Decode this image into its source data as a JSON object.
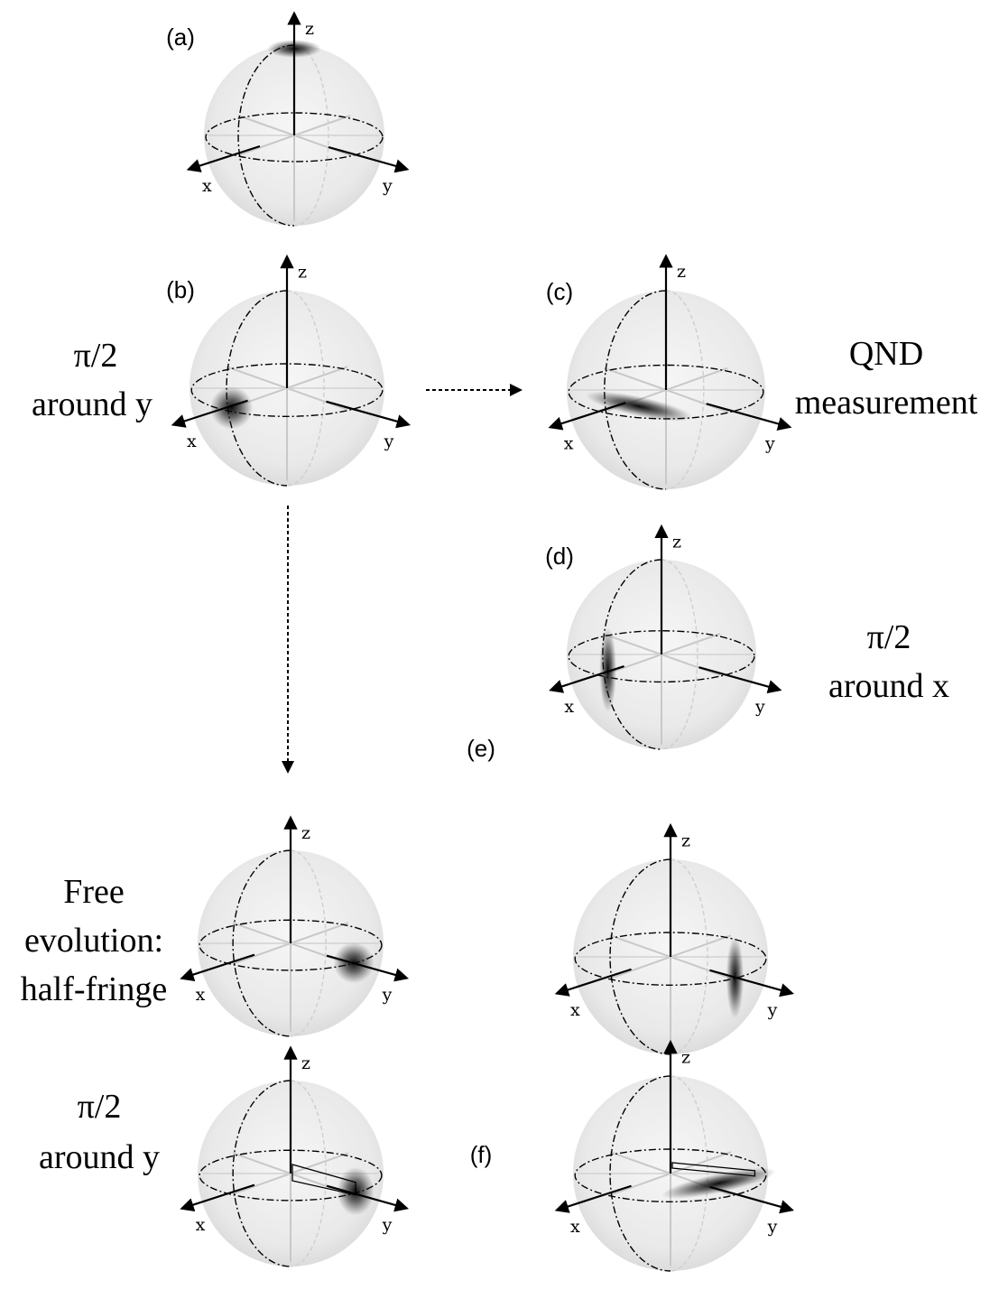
{
  "panels": [
    {
      "id": "a",
      "label": "(a)",
      "axes": {
        "x": "x",
        "y": "y",
        "z": "z"
      },
      "blob": "north-pole"
    },
    {
      "id": "b",
      "label": "(b)",
      "axes": {
        "x": "x",
        "y": "y",
        "z": "z"
      },
      "blob": "x-axis"
    },
    {
      "id": "c",
      "label": "(c)",
      "axes": {
        "x": "x",
        "y": "y",
        "z": "z"
      },
      "blob": "x-axis-stretched-along-equator"
    },
    {
      "id": "d",
      "label": "(d)",
      "axes": {
        "x": "x",
        "y": "y",
        "z": "z"
      },
      "blob": "x-axis-stretched-vertical"
    },
    {
      "id": "b2",
      "label": "",
      "axes": {
        "x": "x",
        "y": "y",
        "z": "z"
      },
      "blob": "y-axis"
    },
    {
      "id": "e",
      "label": "(e)",
      "axes": {
        "x": "x",
        "y": "y",
        "z": "z"
      },
      "blob": "y-axis-stretched-vertical"
    },
    {
      "id": "b3",
      "label": "",
      "axes": {
        "x": "x",
        "y": "y",
        "z": "z"
      },
      "blob": "y-axis-with-bar"
    },
    {
      "id": "f",
      "label": "(f)",
      "axes": {
        "x": "x",
        "y": "y",
        "z": "z"
      },
      "blob": "y-axis-stretched-equator-with-bar"
    }
  ],
  "captions": {
    "pi2_around_y_top": [
      "π/2",
      "around y"
    ],
    "qnd": [
      "QND",
      "measurement"
    ],
    "pi2_around_x": [
      "π/2",
      "around x"
    ],
    "free_evolution": [
      "Free",
      "evolution:",
      "half-fringe"
    ],
    "pi2_around_y_bottom": [
      "π/2",
      "around y"
    ]
  },
  "arrows": [
    "b-to-c-dashed",
    "b-to-free-evolution-dashed"
  ]
}
